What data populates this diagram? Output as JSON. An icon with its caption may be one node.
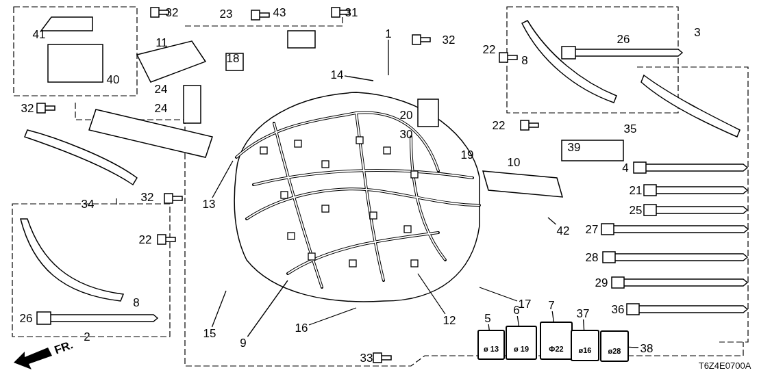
{
  "diagram": {
    "nodes": [
      {
        "text": [
          "5"
        ]
      },
      {
        "text": [
          "ø 13"
        ]
      },
      {
        "text": [
          "6"
        ]
      },
      {
        "text": [
          "ø 19"
        ]
      },
      {
        "text": [
          "7"
        ]
      },
      {
        "text": [
          "Φ22"
        ]
      },
      {
        "text": [
          "37"
        ]
      },
      {
        "text": [
          "ø16"
        ]
      },
      {
        "text": [
          "38"
        ]
      },
      {
        "text": [
          "ø28"
        ]
      },
      {
        "text": [
          "1"
        ]
      },
      {
        "text": [
          "14"
        ]
      },
      {
        "text": [
          "13"
        ]
      },
      {
        "text": [
          "15"
        ]
      },
      {
        "text": [
          "9"
        ]
      },
      {
        "text": [
          "16"
        ]
      },
      {
        "text": [
          "12"
        ]
      },
      {
        "text": [
          "17"
        ]
      },
      {
        "text": [
          "42"
        ]
      }
    ],
    "edges": [
      {
        "from": 0,
        "to": 1,
        "arrow": "none"
      },
      {
        "from": 2,
        "to": 3,
        "arrow": "none"
      },
      {
        "from": 4,
        "to": 5,
        "arrow": "none"
      },
      {
        "from": 6,
        "to": 7,
        "arrow": "none"
      },
      {
        "from": 8,
        "to": 9,
        "arrow": "none"
      },
      {
        "from": 10,
        "to": null,
        "arrow": "none"
      },
      {
        "from": 11,
        "to": null,
        "arrow": "none"
      },
      {
        "from": 12,
        "to": null,
        "arrow": "none"
      },
      {
        "from": 13,
        "to": null,
        "arrow": "none"
      },
      {
        "from": 14,
        "to": null,
        "arrow": "none"
      },
      {
        "from": 15,
        "to": null,
        "arrow": "none"
      },
      {
        "from": 16,
        "to": null,
        "arrow": "none"
      },
      {
        "from": 17,
        "to": null,
        "arrow": "none"
      },
      {
        "from": 18,
        "to": null,
        "arrow": "none"
      }
    ],
    "labels": [
      "41",
      "32",
      "23",
      "43",
      "31",
      "32",
      "11",
      "18",
      "40",
      "24",
      "24",
      "32",
      "22",
      "8",
      "26",
      "3",
      "20",
      "30",
      "22",
      "35",
      "39",
      "19",
      "10",
      "34",
      "4",
      "21",
      "32",
      "25",
      "27",
      "28",
      "22",
      "29",
      "8",
      "36",
      "26",
      "2",
      "33",
      "FR.",
      "T6Z4E0700A"
    ]
  }
}
